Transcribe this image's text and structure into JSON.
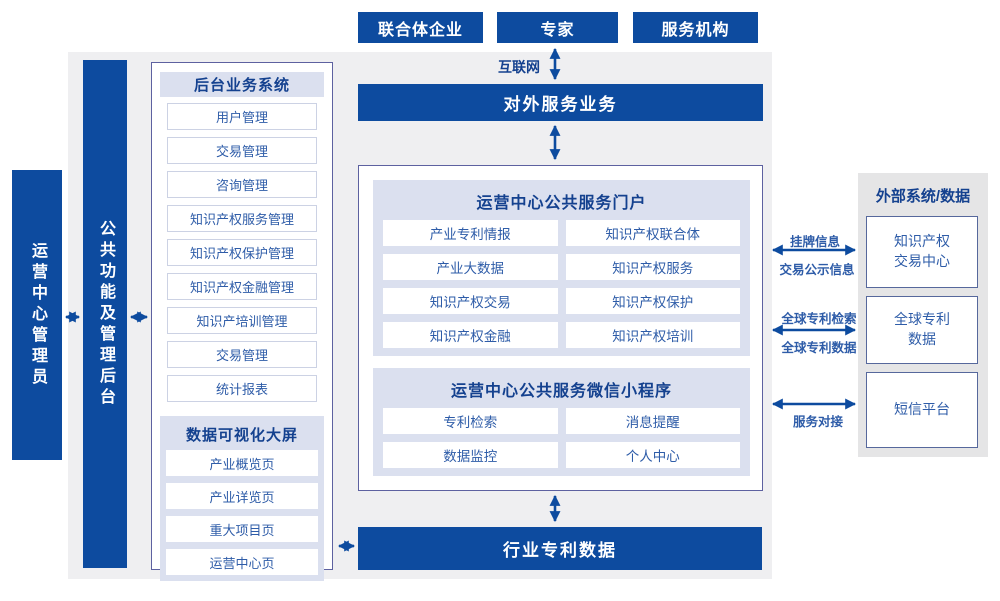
{
  "palette": {
    "dark_blue": "#0d4b9f",
    "header_text": "#14418f",
    "item_text": "#2e5ca8",
    "lavender": "#dbe0ef",
    "outer_border": "#5d61a0",
    "backdrop_gray": "#efeff1",
    "right_panel_gray": "#e5e5e6",
    "arrow": "#0d4b9f"
  },
  "top": {
    "actors": [
      "联合体企业",
      "专家",
      "服务机构"
    ],
    "internet_label": "互联网",
    "external_service_bar": "对外服务业务"
  },
  "left": {
    "admin_bar": "运营中心管理员",
    "backend_bar": "公共功能及管理后台",
    "backend_system": {
      "title": "后台业务系统",
      "items": [
        "用户管理",
        "交易管理",
        "咨询管理",
        "知识产权服务管理",
        "知识产权保护管理",
        "知识产权金融管理",
        "知识产培训管理",
        "交易管理",
        "统计报表"
      ]
    },
    "dashboard": {
      "title": "数据可视化大屏",
      "items": [
        "产业概览页",
        "产业详览页",
        "重大项目页",
        "运营中心页"
      ]
    }
  },
  "center": {
    "portal": {
      "title": "运营中心公共服务门户",
      "items": [
        "产业专利情报",
        "知识产权联合体",
        "产业大数据",
        "知识产权服务",
        "知识产权交易",
        "知识产权保护",
        "知识产权金融",
        "知识产权培训"
      ]
    },
    "miniprogram": {
      "title": "运营中心公共服务微信小程序",
      "items": [
        "专利检索",
        "消息提醒",
        "数据监控",
        "个人中心"
      ]
    },
    "industry_data_bar": "行业专利数据"
  },
  "right": {
    "title": "外部系统/数据",
    "systems": [
      "知识产权\n交易中心",
      "全球专利\n数据",
      "短信平台"
    ],
    "link_labels": {
      "l1_top": "挂牌信息",
      "l1_bottom": "交易公示信息",
      "l2_top": "全球专利检索",
      "l2_bottom": "全球专利数据",
      "l3_bottom": "服务对接"
    }
  }
}
